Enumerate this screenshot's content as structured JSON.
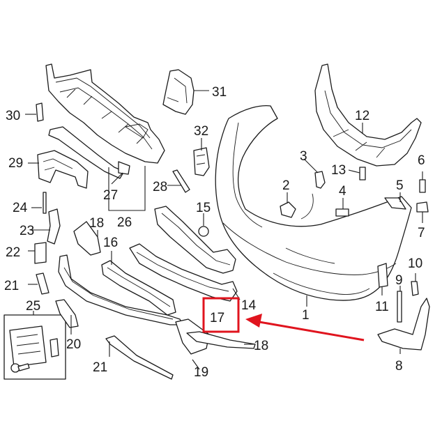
{
  "labels": {
    "p1": "1",
    "p2": "2",
    "p3": "3",
    "p4": "4",
    "p5": "5",
    "p6": "6",
    "p7": "7",
    "p8": "8",
    "p9": "9",
    "p10": "10",
    "p11": "11",
    "p12": "12",
    "p13": "13",
    "p14": "14",
    "p15": "15",
    "p16": "16",
    "p17": "17",
    "p18a": "18",
    "p18b": "18",
    "p19": "19",
    "p20": "20",
    "p21a": "21",
    "p21b": "21",
    "p22": "22",
    "p23": "23",
    "p24": "24",
    "p25": "25",
    "p26": "26",
    "p27": "27",
    "p28": "28",
    "p29": "29",
    "p30": "30",
    "p31": "31",
    "p32": "32"
  },
  "highlight": {
    "part": "17",
    "color": "#e0141e"
  },
  "colors": {
    "line": "#1a1a1a",
    "background": "#ffffff",
    "highlight": "#e0141e"
  }
}
